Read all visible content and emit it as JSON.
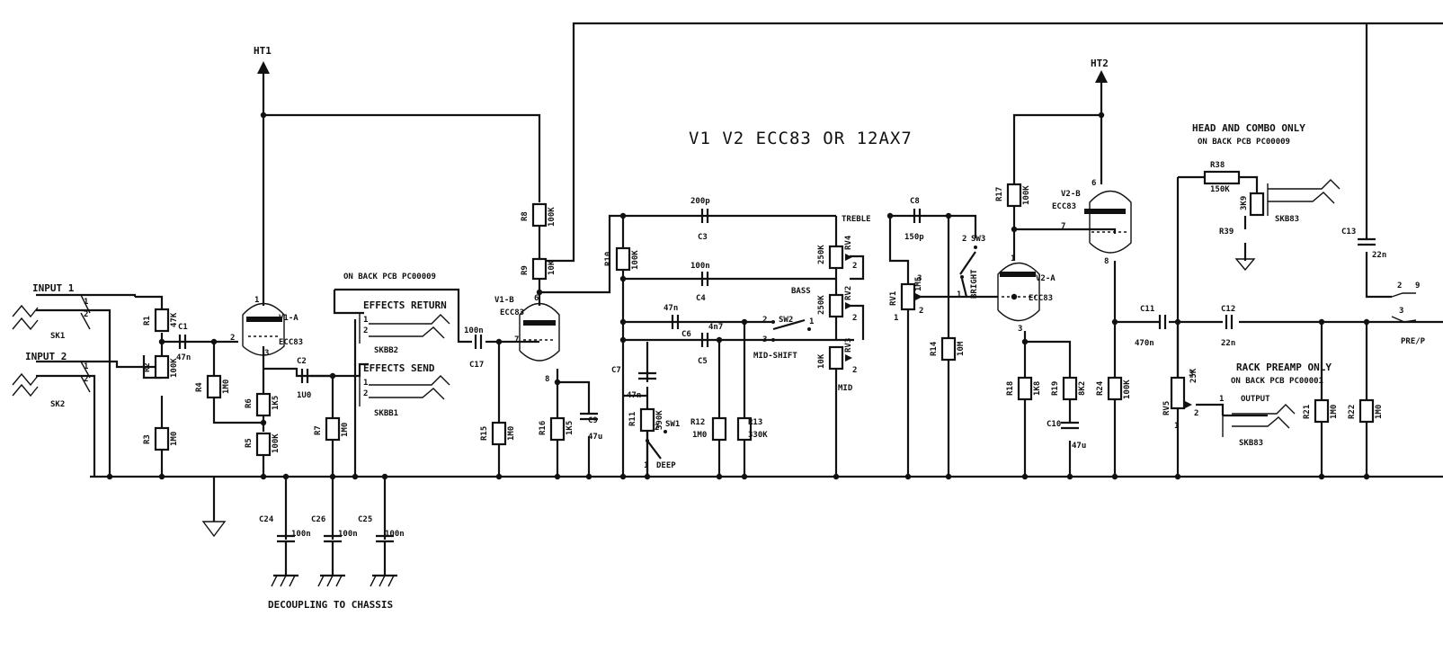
{
  "title": "V1 V2 ECC83 OR 12AX7",
  "notes": {
    "head_combo": "HEAD AND COMBO ONLY",
    "head_combo_pcb": "ON BACK PCB PC00009",
    "back_pcb": "ON BACK PCB PC00009",
    "rack_preamp": "RACK PREAMP ONLY",
    "rack_preamp_pcb": "ON BACK PCB PC00001",
    "decoupling": "DECOUPLING TO CHASSIS"
  },
  "rails": {
    "ht1": "HT1",
    "ht2": "HT2"
  },
  "sockets": {
    "input1": "INPUT 1",
    "sk1": "SK1",
    "input2": "INPUT 2",
    "sk2": "SK2",
    "effects_return": "EFFECTS RETURN",
    "skbb2": "SKBB2",
    "effects_send": "EFFECTS SEND",
    "skbb1": "SKBB1",
    "skb83_top": "SKB83",
    "output": "OUTPUT",
    "skb83_out": "SKB83",
    "pre": "PRE/P"
  },
  "tubes": {
    "v1a": {
      "name": "V1-A",
      "type": "ECC83"
    },
    "v1b": {
      "name": "V1-B",
      "type": "ECC83"
    },
    "v2a": {
      "name": "V2-A",
      "type": "ECC83"
    },
    "v2b": {
      "name": "V2-B",
      "type": "ECC83"
    }
  },
  "resistors": {
    "r1": {
      "ref": "R1",
      "val": "47K"
    },
    "r2": {
      "ref": "R2",
      "val": "100K"
    },
    "r3": {
      "ref": "R3",
      "val": "1M0"
    },
    "r4": {
      "ref": "R4",
      "val": "1M0"
    },
    "r5": {
      "ref": "R5",
      "val": "100K"
    },
    "r6": {
      "ref": "R6",
      "val": "1K5"
    },
    "r7": {
      "ref": "R7",
      "val": "1M0"
    },
    "r8": {
      "ref": "R8",
      "val": "100K"
    },
    "r9": {
      "ref": "R9",
      "val": "10K"
    },
    "r10": {
      "ref": "R10",
      "val": "100K"
    },
    "r11": {
      "ref": "R11",
      "val": "390K"
    },
    "r12": {
      "ref": "R12",
      "val": "1M0"
    },
    "r13": {
      "ref": "R13",
      "val": "330K"
    },
    "r14": {
      "ref": "R14",
      "val": "10M"
    },
    "r15": {
      "ref": "R15",
      "val": "1M0"
    },
    "r16": {
      "ref": "R16",
      "val": "1K5"
    },
    "r17": {
      "ref": "R17",
      "val": "100K"
    },
    "r18": {
      "ref": "R18",
      "val": "1K8"
    },
    "r19": {
      "ref": "R19",
      "val": "8K2"
    },
    "r21": {
      "ref": "R21",
      "val": "1M0"
    },
    "r22": {
      "ref": "R22",
      "val": "1M0"
    },
    "r24": {
      "ref": "R24",
      "val": "100K"
    },
    "r38": {
      "ref": "R38",
      "val": "150K"
    },
    "r39": {
      "ref": "R39",
      "val": "3K9"
    }
  },
  "capacitors": {
    "c1": {
      "ref": "C1",
      "val": "47n"
    },
    "c2": {
      "ref": "C2",
      "val": "1U0"
    },
    "c3": {
      "ref": "C3",
      "val": "200p"
    },
    "c4": {
      "ref": "C4",
      "val": "100n"
    },
    "c5": {
      "ref": "C5",
      "val": "4n7"
    },
    "c6": {
      "ref": "C6",
      "val": "47n"
    },
    "c7": {
      "ref": "C7",
      "val": "47n"
    },
    "c8": {
      "ref": "C8",
      "val": "150p"
    },
    "c9": {
      "ref": "C9",
      "val": "47u"
    },
    "c10": {
      "ref": "C10",
      "val": "47u"
    },
    "c11": {
      "ref": "C11",
      "val": "470n"
    },
    "c12": {
      "ref": "C12",
      "val": "22n"
    },
    "c13": {
      "ref": "C13",
      "val": "22n"
    },
    "c17": {
      "ref": "C17",
      "val": "100n"
    },
    "c24": {
      "ref": "C24",
      "val": "100n"
    },
    "c25": {
      "ref": "C25",
      "val": "100n"
    },
    "c26": {
      "ref": "C26",
      "val": "100n"
    }
  },
  "pots": {
    "rv1": {
      "ref": "RV1",
      "val": "1M5"
    },
    "rv2": {
      "ref": "RV2",
      "val": "250K",
      "name": "BASS"
    },
    "rv3": {
      "ref": "RV3",
      "val": "10K",
      "name": "MID"
    },
    "rv4": {
      "ref": "RV4",
      "val": "250K",
      "name": "TREBLE"
    },
    "rv5": {
      "ref": "RV5",
      "val": "25K"
    }
  },
  "switches": {
    "sw1": {
      "ref": "SW1",
      "name": "DEEP"
    },
    "sw2": {
      "ref": "SW2",
      "name": "MID-SHIFT"
    },
    "sw3": {
      "ref": "SW3",
      "name": "BRIGHT"
    }
  },
  "pins": {
    "p1": "1",
    "p2": "2",
    "p3": "3",
    "p6": "6",
    "p7": "7",
    "p8": "8",
    "p9": "9"
  }
}
